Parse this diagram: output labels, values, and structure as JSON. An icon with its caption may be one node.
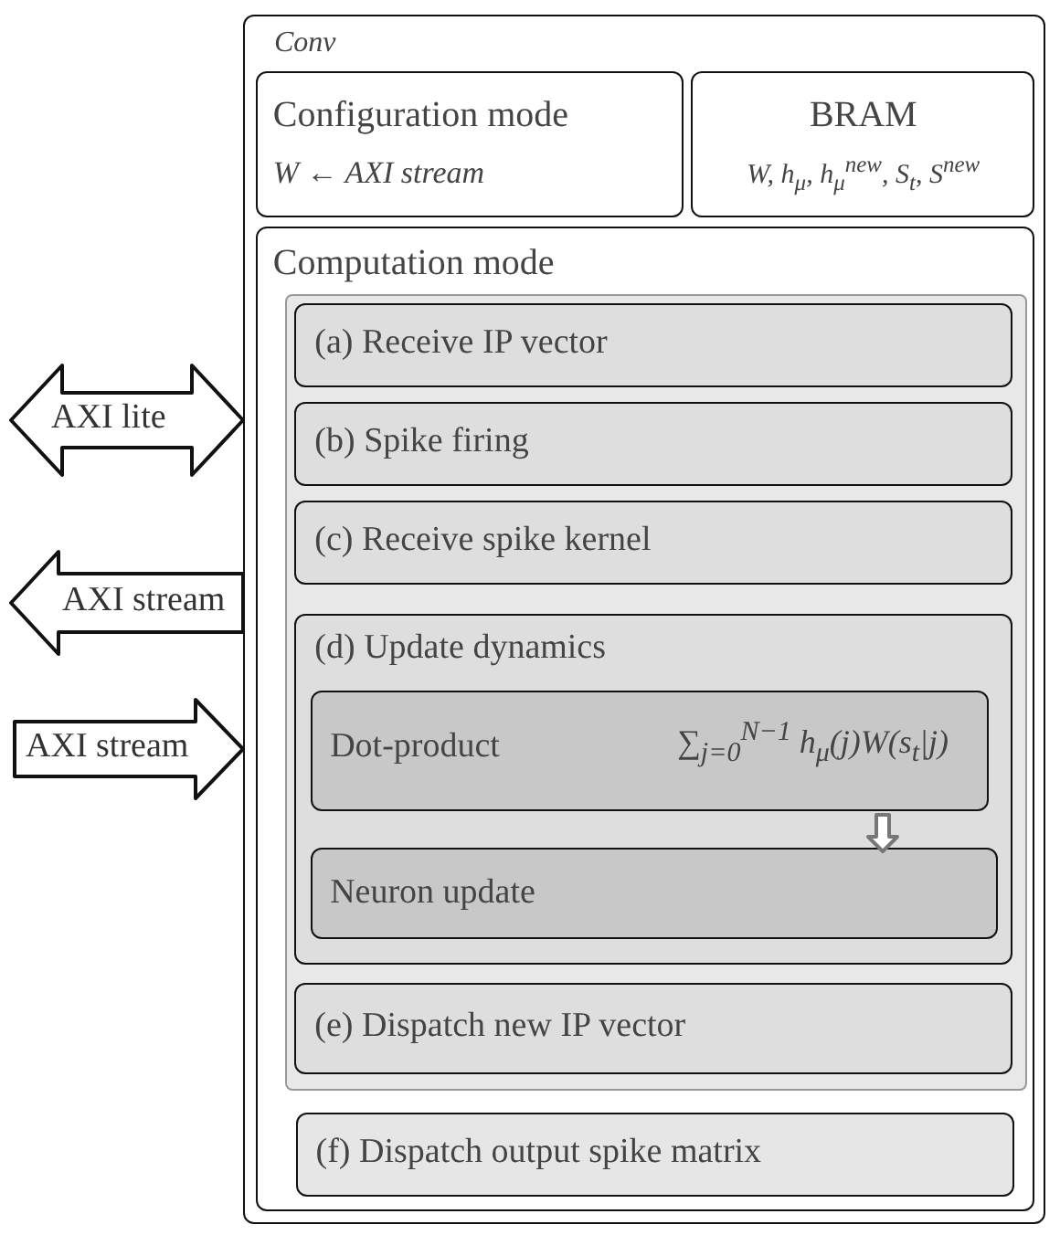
{
  "diagram": {
    "nodes": [
      {
        "text": [
          "Conv"
        ]
      },
      {
        "text": [
          "Configuration mode",
          "W ← AXI stream"
        ],
        "in": 0
      },
      {
        "text": [
          "BRAM",
          "W, h$_{μ}$, h$_{μ}$$^{new}$, S$_{t}$, S$^{new}$"
        ],
        "in": 0
      },
      {
        "text": [
          "Computation mode"
        ],
        "in": 0
      },
      {
        "text": [],
        "shape": "box",
        "in": 3
      },
      {
        "text": [
          "(a) Receive IP vector"
        ],
        "in": 4
      },
      {
        "text": [
          "(b) Spike firing"
        ],
        "in": 4
      },
      {
        "text": [
          "(c) Receive spike kernel"
        ],
        "in": 4
      },
      {
        "text": [
          "(d) Update dynamics"
        ],
        "in": 4
      },
      {
        "text": [
          "Dot-product",
          "∑$_{j=0}$$^{N−1}$ h$_{μ}$(j)W(s$_{t}$|j)"
        ],
        "in": 8
      },
      {
        "text": [
          "Neuron update"
        ],
        "in": 8
      },
      {
        "text": [
          "(e) Dispatch new IP vector"
        ],
        "in": 4
      },
      {
        "text": [
          "(f) Dispatch output spike matrix"
        ],
        "in": 3
      }
    ],
    "edges": [
      {
        "from": null,
        "to": 0,
        "arrow": "both",
        "label": "AXI lite"
      },
      {
        "from": 0,
        "to": null,
        "arrow": "to",
        "label": "AXI stream"
      },
      {
        "from": null,
        "to": 0,
        "arrow": "to",
        "label": "AXI stream"
      },
      {
        "from": 9,
        "to": 10,
        "arrow": "to"
      }
    ]
  }
}
